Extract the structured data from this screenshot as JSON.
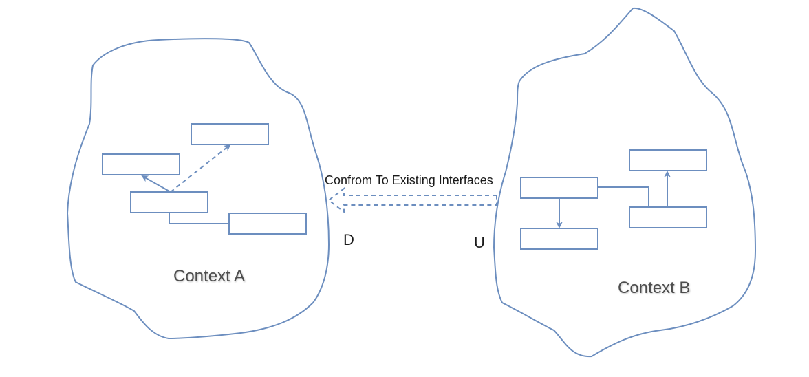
{
  "colors": {
    "stroke": "#6c8ebf",
    "text": "#1a1a1a",
    "context_text": "#4d4d4d",
    "background": "#ffffff"
  },
  "context_a": {
    "label": "Context A"
  },
  "context_b": {
    "label": "Context B"
  },
  "relationship": {
    "label": "Confrom To Existing Interfaces",
    "downstream": "D",
    "upstream": "U"
  }
}
